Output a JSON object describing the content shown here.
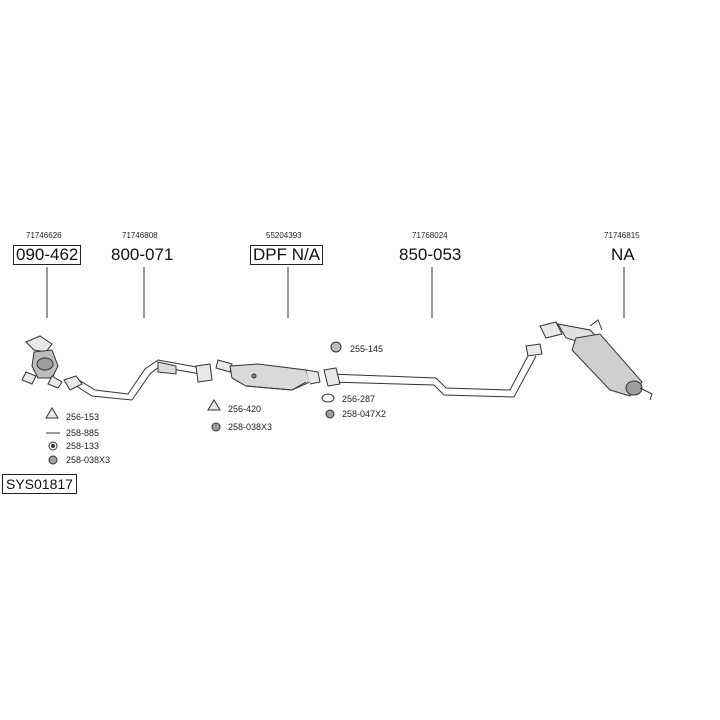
{
  "parts": [
    {
      "oem": "71746626",
      "number": "090-462",
      "boxed": true
    },
    {
      "oem": "71746808",
      "number": "800-071",
      "boxed": false
    },
    {
      "oem": "55204393",
      "number": "DPF N/A",
      "boxed": true
    },
    {
      "oem": "71768024",
      "number": "850-053",
      "boxed": false
    },
    {
      "oem": "71746815",
      "number": "NA",
      "boxed": false
    }
  ],
  "accessories": [
    {
      "code": "256-153",
      "icon": "gasket-triangle-icon"
    },
    {
      "code": "258-885",
      "icon": "bolt-icon"
    },
    {
      "code": "258-133",
      "icon": "washer-icon"
    },
    {
      "code": "258-038X3",
      "icon": "nut-icon"
    },
    {
      "code": "256-420",
      "icon": "gasket-triangle-icon"
    },
    {
      "code": "258-038X3",
      "icon": "nut-icon"
    },
    {
      "code": "255-145",
      "icon": "rubber-mount-icon"
    },
    {
      "code": "256-287",
      "icon": "ring-gasket-icon"
    },
    {
      "code": "258-047X2",
      "icon": "nut-icon"
    }
  ],
  "system_code": "SYS01817"
}
